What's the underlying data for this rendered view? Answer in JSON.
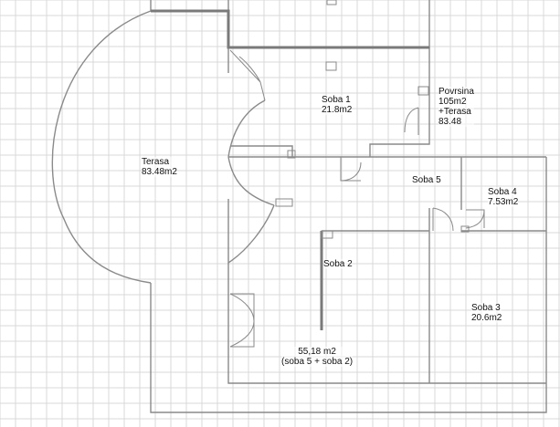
{
  "colors": {
    "grid": "#d9d9d9",
    "wall": "#8a8a8a",
    "thick_wall": "#7a7a7a",
    "text": "#111111",
    "background": "#ffffff"
  },
  "rooms": {
    "terasa": {
      "name": "Terasa",
      "area": "83.48m2"
    },
    "soba1": {
      "name": "Soba 1",
      "area": "21.8m2"
    },
    "povrsina": {
      "line1": "Povrsina",
      "line2": "105m2",
      "line3": "+Terasa",
      "line4": "83.48"
    },
    "soba5": {
      "name": "Soba 5"
    },
    "soba4": {
      "name": "Soba 4",
      "area": "7.53m2"
    },
    "soba2": {
      "name": "Soba 2"
    },
    "soba3": {
      "name": "Soba 3",
      "area": "20.6m2"
    },
    "combined": {
      "area": "55,18 m2",
      "note": "(soba 5 + soba 2)"
    }
  }
}
